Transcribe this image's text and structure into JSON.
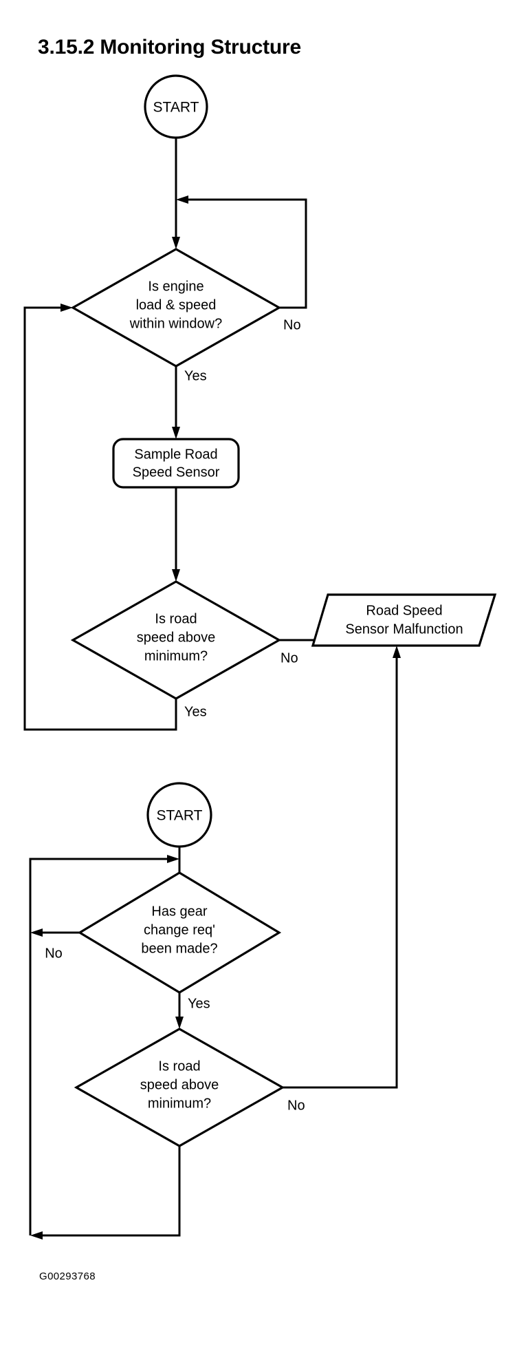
{
  "document": {
    "title": "3.15.2 Monitoring Structure",
    "figure_id": "G00293768"
  },
  "diagram": {
    "type": "flowchart",
    "orientation": "top-to-bottom",
    "line_color": "#000000",
    "fill_color": "#ffffff",
    "background": "#ffffff"
  },
  "flow_one": {
    "start": {
      "label": "START",
      "shape": "circle"
    },
    "decision_window": {
      "shape": "diamond",
      "line1": "Is engine",
      "line2": "load & speed",
      "line3": "within window?",
      "no_label": "No",
      "yes_label": "Yes"
    },
    "process_sample": {
      "shape": "rounded-rectangle",
      "line1": "Sample Road",
      "line2": "Speed Sensor"
    },
    "decision_speed": {
      "shape": "diamond",
      "line1": "Is road",
      "line2": "speed above",
      "line3": "minimum?",
      "no_label": "No",
      "yes_label": "Yes"
    }
  },
  "output_malfunction": {
    "shape": "parallelogram",
    "line1": "Road Speed",
    "line2": "Sensor Malfunction"
  },
  "flow_two": {
    "start": {
      "label": "START",
      "shape": "circle"
    },
    "decision_gear": {
      "shape": "diamond",
      "line1": "Has gear",
      "line2": "change req'",
      "line3": "been made?",
      "no_label": "No",
      "yes_label": "Yes"
    },
    "decision_speed": {
      "shape": "diamond",
      "line1": "Is road",
      "line2": "speed above",
      "line3": "minimum?",
      "no_label": "No"
    }
  }
}
